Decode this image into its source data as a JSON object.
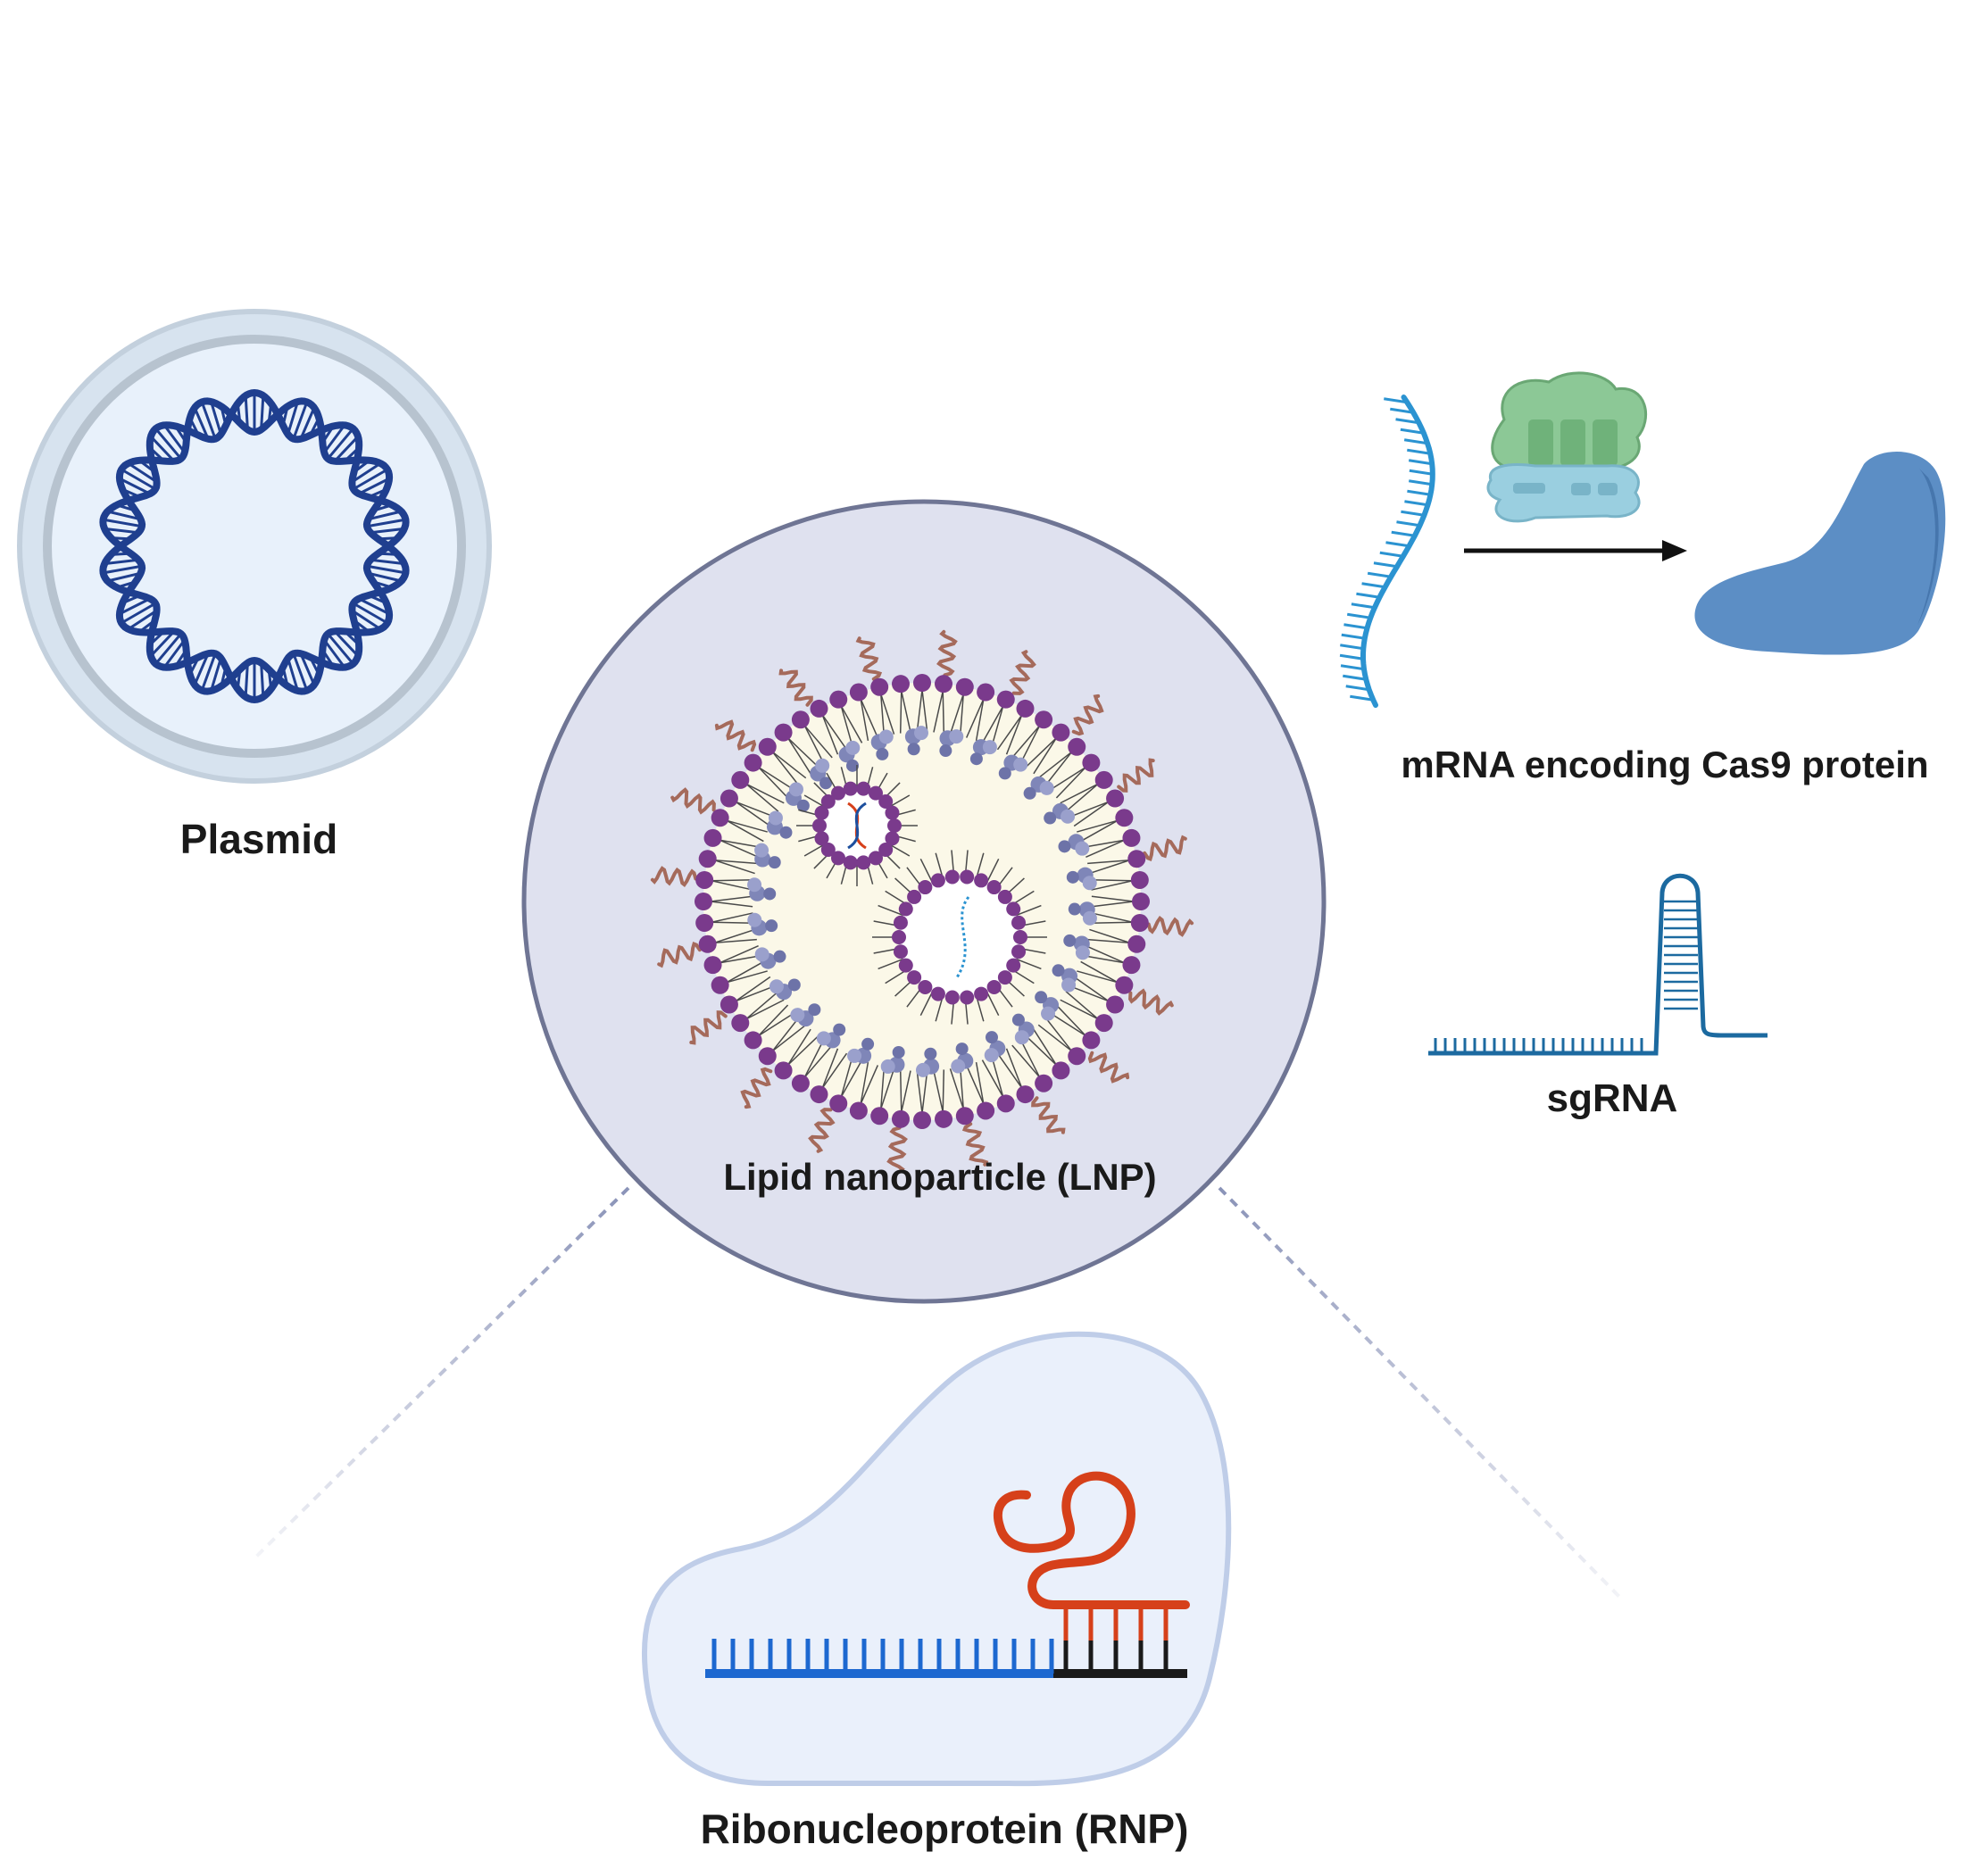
{
  "labels": {
    "plasmid": "Plasmid",
    "lnp": "Lipid nanoparticle (LNP)",
    "mrna": "mRNA encoding Cas9 protein",
    "sgrna": "sgRNA",
    "rnp": "Ribonucleoprotein (RNP)"
  },
  "colors": {
    "connector": "#8a93b8",
    "lnp_circle_fill": "#dfe1ef",
    "lnp_circle_stroke": "#6f7594",
    "lipid_head": "#7a3a8c",
    "lipid_core": "#fbf8e8",
    "peg_chain": "#a56a5b",
    "cholesterol": "#7f86b8",
    "plasmid_fill": "#e8f1fb",
    "plasmid_ring": "#b9c6d3",
    "dna": "#1f3f8f",
    "mrna": "#2b93d1",
    "ribosome_large": "#86c48f",
    "ribosome_small": "#8fc4d8",
    "cas9": "#5b88bf",
    "sgrna": "#1c6aa0",
    "rnp_fill": "#eaf0fb",
    "rnp_stroke": "#bccae6",
    "rnp_guide": "#d6401a",
    "rnp_target": "#1d68d0",
    "rnp_black": "#1a1a1a"
  }
}
